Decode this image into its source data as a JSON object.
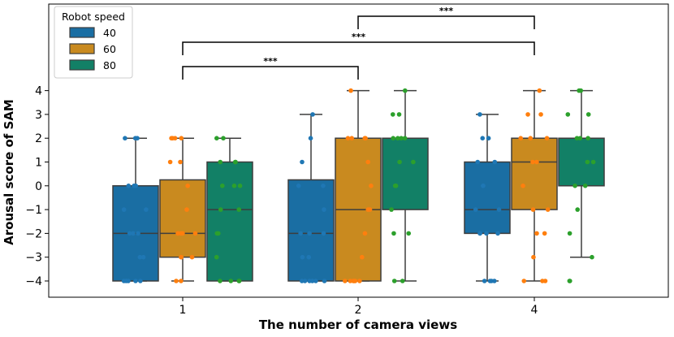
{
  "chart_data": {
    "type": "box",
    "xlabel": "The number of camera views",
    "ylabel": "Arousal score of SAM",
    "categories": [
      "1",
      "2",
      "4"
    ],
    "yticks": [
      -4,
      -3,
      -2,
      -1,
      0,
      1,
      2,
      3,
      4
    ],
    "ylim": [
      -4.6,
      8.0
    ],
    "legend": {
      "title": "Robot speed",
      "placement": "top-left"
    },
    "colors": {
      "box": [
        "#1a6ea3",
        "#c98a1f",
        "#128066"
      ],
      "points": [
        "#1f77b4",
        "#ff7f0e",
        "#2ca02c"
      ],
      "edge": "#3d3d3d"
    },
    "series": [
      {
        "name": "40",
        "boxes": [
          {
            "category": "1",
            "whislo": -4,
            "q1": -4,
            "med": -2,
            "q3": 0,
            "whishi": 2
          },
          {
            "category": "2",
            "whislo": -4,
            "q1": -4,
            "med": -2,
            "q3": 0.25,
            "whishi": 3
          },
          {
            "category": "4",
            "whislo": -4,
            "q1": -2,
            "med": -1,
            "q3": 1,
            "whishi": 3
          }
        ],
        "points": [
          [
            2,
            2,
            2,
            0,
            0,
            0,
            -1,
            -1,
            -2,
            -2,
            -2,
            -3,
            -3,
            -4,
            -4,
            -4,
            -4,
            -4
          ],
          [
            3,
            2,
            1,
            0,
            0,
            -1,
            -2,
            -2,
            -2,
            -3,
            -3,
            -4,
            -4,
            -4,
            -4,
            -4,
            -4
          ],
          [
            3,
            2,
            2,
            1,
            1,
            0,
            0,
            -1,
            -1,
            -2,
            -2,
            -2,
            -2,
            -4,
            -4,
            -4,
            -4
          ]
        ]
      },
      {
        "name": "60",
        "boxes": [
          {
            "category": "1",
            "whislo": -4,
            "q1": -3,
            "med": -2,
            "q3": 0.25,
            "whishi": 2
          },
          {
            "category": "2",
            "whislo": -4,
            "q1": -4,
            "med": -1,
            "q3": 2,
            "whishi": 4
          },
          {
            "category": "4",
            "whislo": -4,
            "q1": -1,
            "med": 1,
            "q3": 2,
            "whishi": 4
          }
        ],
        "points": [
          [
            2,
            2,
            2,
            2,
            1,
            1,
            0,
            -1,
            -2,
            -2,
            -2,
            -2,
            -3,
            -3,
            -3,
            -4,
            -4
          ],
          [
            4,
            2,
            2,
            2,
            2,
            1,
            0,
            -1,
            -1,
            -2,
            -3,
            -4,
            -4,
            -4,
            -4,
            -4,
            -4
          ],
          [
            4,
            3,
            3,
            2,
            2,
            2,
            1,
            1,
            0,
            -1,
            -1,
            -2,
            -2,
            -3,
            -4,
            -4,
            -4
          ]
        ]
      },
      {
        "name": "80",
        "boxes": [
          {
            "category": "1",
            "whislo": -4,
            "q1": -4,
            "med": -1,
            "q3": 1,
            "whishi": 2
          },
          {
            "category": "2",
            "whislo": -4,
            "q1": -1,
            "med": 2,
            "q3": 2,
            "whishi": 4
          },
          {
            "category": "4",
            "whislo": -3,
            "q1": 0,
            "med": 2,
            "q3": 2,
            "whishi": 4
          }
        ],
        "points": [
          [
            2,
            2,
            1,
            1,
            1,
            0,
            0,
            0,
            -1,
            -1,
            -2,
            -2,
            -3,
            -4,
            -4,
            -4,
            -4
          ],
          [
            4,
            3,
            3,
            2,
            2,
            2,
            2,
            1,
            1,
            0,
            0,
            -1,
            -2,
            -2,
            -4,
            -4
          ],
          [
            4,
            4,
            3,
            3,
            2,
            2,
            2,
            1,
            1,
            0,
            0,
            -1,
            -2,
            -3,
            -4,
            -4
          ]
        ]
      }
    ],
    "annotations": [
      {
        "from": "1",
        "to": "2",
        "label": "***"
      },
      {
        "from": "2",
        "to": "4",
        "label": "***"
      },
      {
        "from": "1",
        "to": "4",
        "label": "***"
      }
    ]
  }
}
